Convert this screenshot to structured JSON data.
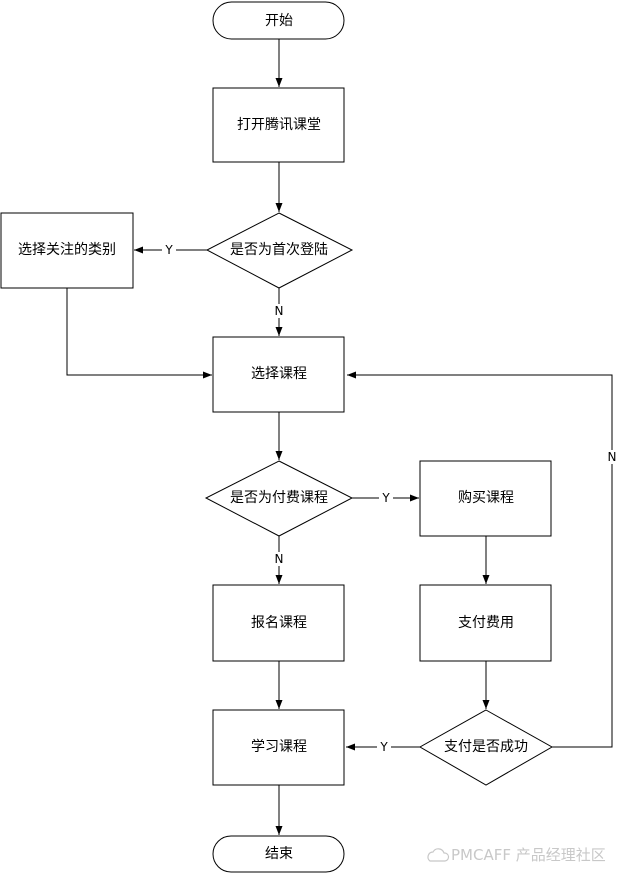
{
  "nodes": {
    "start": "开始",
    "open_app": "打开腾讯课堂",
    "first_login": "是否为首次登陆",
    "choose_category": "选择关注的类别",
    "choose_course": "选择课程",
    "paid_course": "是否为付费课程",
    "buy_course": "购买课程",
    "register_course": "报名课程",
    "pay_fee": "支付费用",
    "pay_success": "支付是否成功",
    "learn_course": "学习课程",
    "end": "结束"
  },
  "edges": {
    "first_login_yes": "Y",
    "first_login_no": "N",
    "paid_yes": "Y",
    "paid_no": "N",
    "pay_success_yes": "Y",
    "pay_success_no": "N"
  },
  "watermark": {
    "text": "PMCAFF 产品经理社区",
    "icon": "cloud-logo-icon"
  }
}
